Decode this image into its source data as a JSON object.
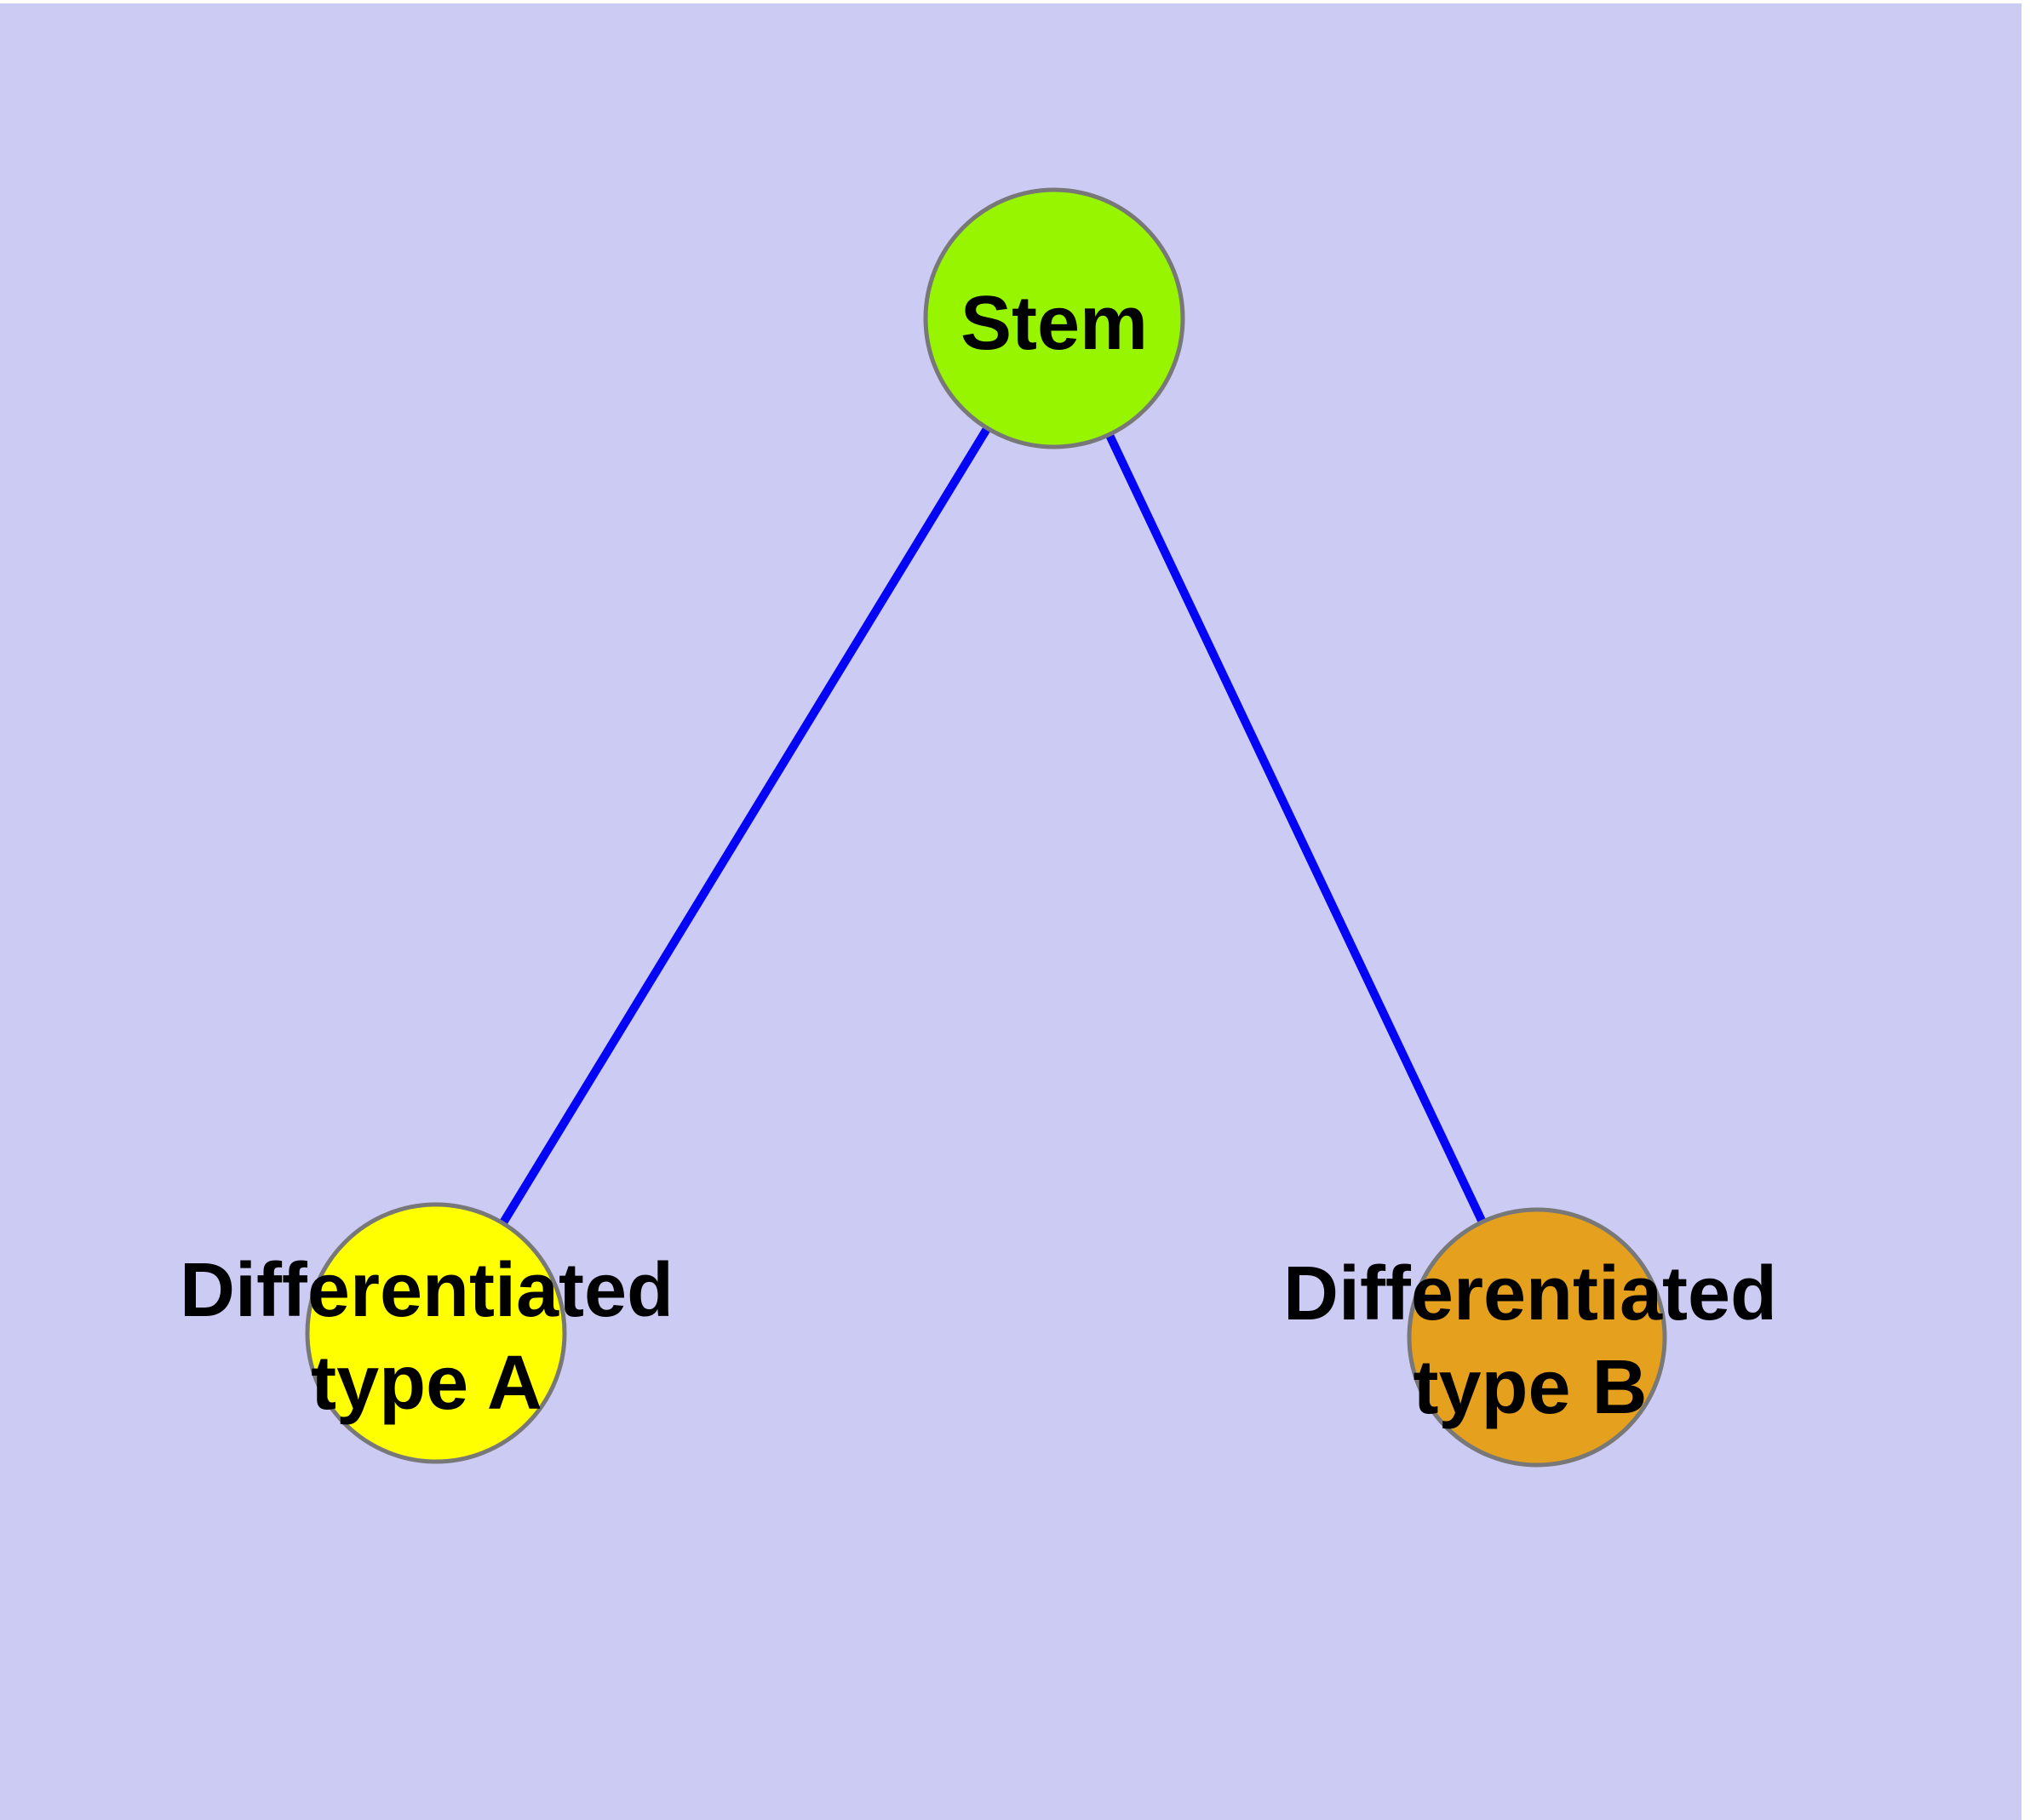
{
  "diagram": {
    "type": "graph",
    "colors": {
      "background": "#CBCBF4",
      "edge": "#0505F5",
      "node_border": "#787878",
      "label_text": "#000000",
      "page_margin": "#FFFFFF"
    },
    "nodes": [
      {
        "id": "stem",
        "label": "Stem",
        "fill": "#97F500"
      },
      {
        "id": "differentiated-type-a",
        "label": "Differentiated type A",
        "label_line1": "Differentiated",
        "label_line2": "type A",
        "fill": "#FFFF00"
      },
      {
        "id": "differentiated-type-b",
        "label": "Differentiated type B",
        "label_line1": "Differentiated",
        "label_line2": "type B",
        "fill": "#E5A01E"
      }
    ],
    "edges": [
      {
        "from": "stem",
        "to": "differentiated-type-a"
      },
      {
        "from": "stem",
        "to": "differentiated-type-b"
      }
    ]
  }
}
